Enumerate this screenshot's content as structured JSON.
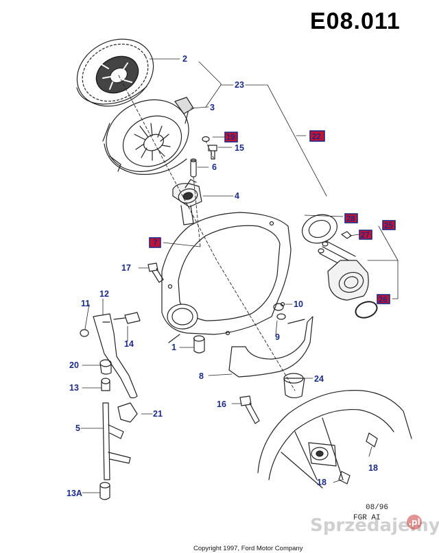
{
  "title": "E08.011",
  "date": "08/96",
  "code": "FGR  AI",
  "copyright": "Copyright 1997, Ford Motor Company",
  "watermark": {
    "text": "Sprzedajemy",
    "badge": ".pl"
  },
  "highlight_color": "#c4122f",
  "label_color": "#1a2a8a",
  "labels": {
    "p1": "1",
    "p2": "2",
    "p3": "3",
    "p4": "4",
    "p5": "5",
    "p6": "6",
    "p8": "8",
    "p9": "9",
    "p10": "10",
    "p11": "11",
    "p12": "12",
    "p13": "13",
    "p13a": "13A",
    "p14": "14",
    "p15": "15",
    "p16": "16",
    "p17": "17",
    "p18": "18",
    "p20": "20",
    "p21": "21",
    "p23": "23",
    "p24": "24"
  },
  "highlighted": {
    "p7": "7",
    "p19": "19",
    "p22": "22",
    "p25": "25",
    "p26": "26",
    "p27": "27",
    "p28": "28"
  }
}
